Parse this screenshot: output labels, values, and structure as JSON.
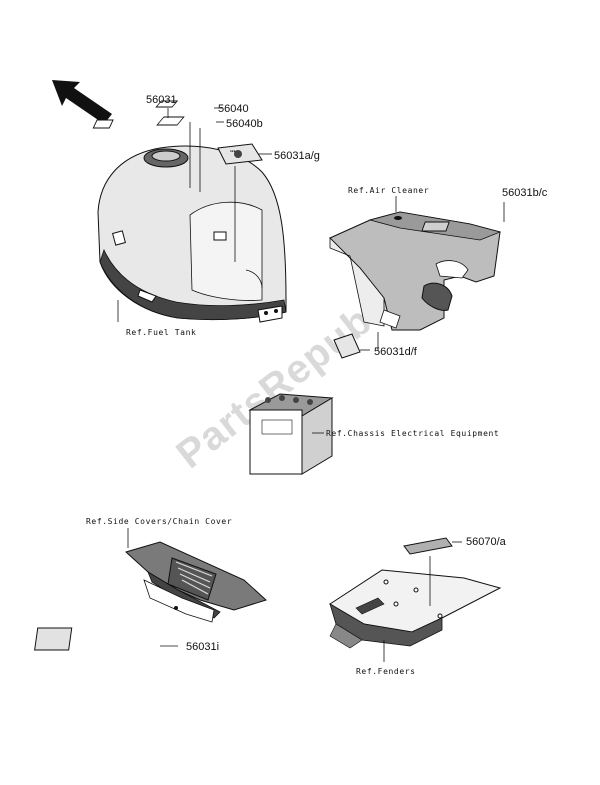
{
  "watermark": "PartsRepublik",
  "part_numbers": {
    "p56031": "56031",
    "p56040": "56040",
    "p56040b": "56040b",
    "p56031ag": "56031a/g",
    "p56031bc": "56031b/c",
    "p56031df": "56031d/f",
    "p56070a": "56070/a",
    "p56031i": "56031i"
  },
  "references": {
    "fuel_tank": "Ref.Fuel Tank",
    "air_cleaner": "Ref.Air Cleaner",
    "chassis_electrical": "Ref.Chassis Electrical Equipment",
    "side_covers": "Ref.Side Covers/Chain Cover",
    "fenders": "Ref.Fenders"
  },
  "colors": {
    "line": "#111111",
    "watermark": "#d9d9d9",
    "background": "#ffffff"
  }
}
